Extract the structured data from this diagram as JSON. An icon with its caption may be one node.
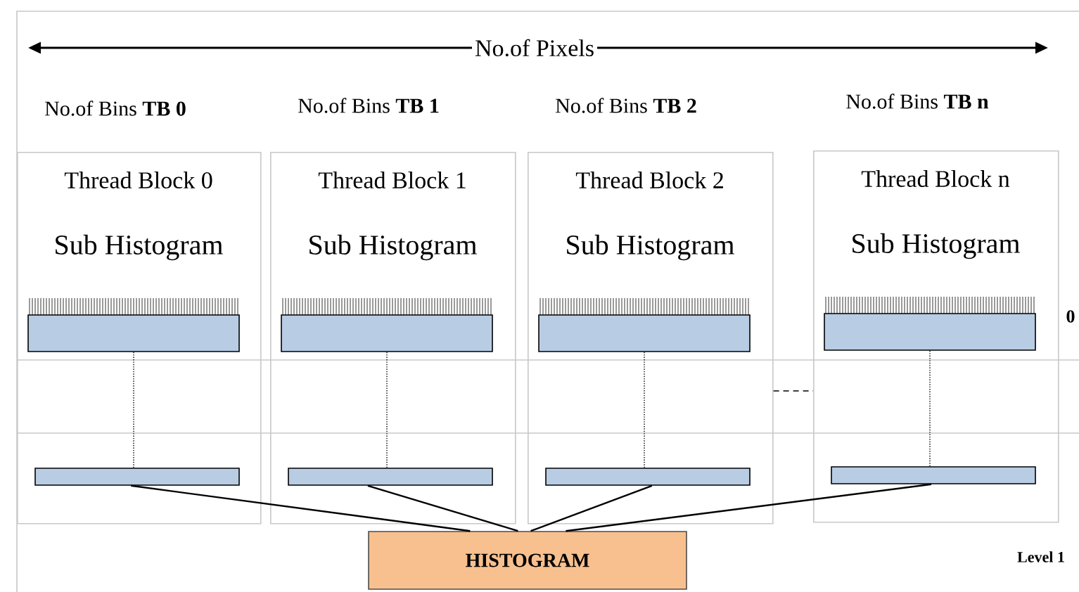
{
  "diagram": {
    "nodes": [
      {
        "text": [
          "Thread Block 0",
          "Sub Histogram"
        ]
      },
      {
        "text": [],
        "shape": "bar",
        "in": 0
      },
      {
        "text": [],
        "shape": "bar",
        "in": 0
      },
      {
        "text": [
          "Thread Block 1",
          "Sub Histogram"
        ]
      },
      {
        "text": [],
        "shape": "bar",
        "in": 3
      },
      {
        "text": [],
        "shape": "bar",
        "in": 3
      },
      {
        "text": [
          "Thread Block 2",
          "Sub Histogram"
        ]
      },
      {
        "text": [],
        "shape": "bar",
        "in": 6
      },
      {
        "text": [],
        "shape": "bar",
        "in": 6
      },
      {
        "text": [
          "Thread Block n",
          "Sub Histogram"
        ]
      },
      {
        "text": [],
        "shape": "bar",
        "in": 9
      },
      {
        "text": [],
        "shape": "bar",
        "in": 9
      },
      {
        "text": [
          "HISTOGRAM"
        ]
      }
    ],
    "edges": [
      {
        "from": 1,
        "to": 2,
        "arrow": "none",
        "style": "dashed"
      },
      {
        "from": 4,
        "to": 5,
        "arrow": "none",
        "style": "dashed"
      },
      {
        "from": 7,
        "to": 8,
        "arrow": "none",
        "style": "dashed"
      },
      {
        "from": 10,
        "to": 11,
        "arrow": "none",
        "style": "dashed"
      },
      {
        "from": 6,
        "to": 9,
        "arrow": "none",
        "style": "dashed"
      },
      {
        "from": 2,
        "to": 12,
        "arrow": "none"
      },
      {
        "from": 5,
        "to": 12,
        "arrow": "none"
      },
      {
        "from": 8,
        "to": 12,
        "arrow": "none"
      },
      {
        "from": 11,
        "to": 12,
        "arrow": "none"
      }
    ],
    "labels": [
      "No.of Pixels",
      "No.of Bins **TB 0**",
      "No.of Bins **TB 1**",
      "No.of Bins **TB 2**",
      "No.of Bins **TB n**",
      "0",
      "Level 1"
    ]
  }
}
